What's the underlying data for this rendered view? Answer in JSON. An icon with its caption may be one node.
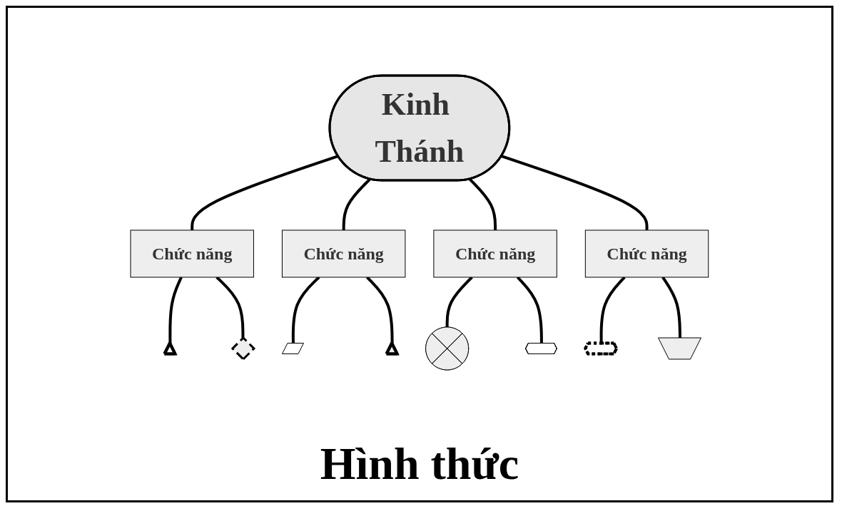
{
  "diagram": {
    "nodes": [
      {
        "text": [
          "Kinh Thánh"
        ]
      },
      {
        "text": [
          "Chức năng"
        ]
      },
      {
        "text": [
          "Chức năng"
        ]
      },
      {
        "text": [
          "Chức năng"
        ]
      },
      {
        "text": [
          "Chức năng"
        ]
      },
      {
        "text": [],
        "shape": "triangle"
      },
      {
        "text": [],
        "shape": "diamond"
      },
      {
        "text": [],
        "shape": "parallelogram"
      },
      {
        "text": [],
        "shape": "triangle"
      },
      {
        "text": [],
        "shape": "cross"
      },
      {
        "text": [],
        "shape": "octagon"
      },
      {
        "text": [],
        "shape": "pentagon"
      },
      {
        "text": [],
        "shape": "trapezoid"
      }
    ],
    "edges": [
      {
        "from": 0,
        "to": 1,
        "arrow": "none"
      },
      {
        "from": 0,
        "to": 2,
        "arrow": "none"
      },
      {
        "from": 0,
        "to": 3,
        "arrow": "none"
      },
      {
        "from": 0,
        "to": 4,
        "arrow": "none"
      },
      {
        "from": 1,
        "to": 5,
        "arrow": "none"
      },
      {
        "from": 1,
        "to": 6,
        "arrow": "none"
      },
      {
        "from": 2,
        "to": 7,
        "arrow": "none"
      },
      {
        "from": 2,
        "to": 8,
        "arrow": "none"
      },
      {
        "from": 3,
        "to": 9,
        "arrow": "none"
      },
      {
        "from": 3,
        "to": 10,
        "arrow": "none"
      },
      {
        "from": 4,
        "to": 11,
        "arrow": "none"
      },
      {
        "from": 4,
        "to": 12,
        "arrow": "none"
      }
    ],
    "labels": [
      "Hình thức"
    ]
  }
}
